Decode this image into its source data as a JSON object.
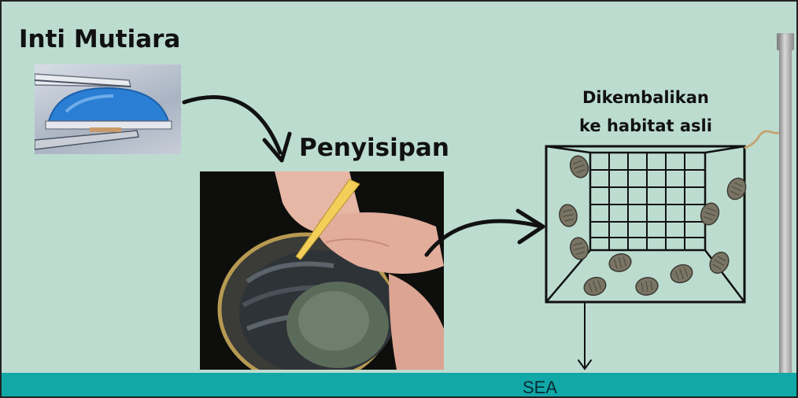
{
  "labels": {
    "title": "Inti Mutiara",
    "step_insertion": "Penyisipan",
    "step_return_line1": "Dikembalikan",
    "step_return_line2": "ke habitat asli",
    "sea": "SEA"
  },
  "colors": {
    "background": "#bcdcd0",
    "sea": "#12a8a8",
    "nucleus_blue": "#2a7fd4",
    "text": "#111111"
  },
  "icons": {
    "arrow_1": "curved-arrow-icon",
    "arrow_2": "curved-arrow-icon",
    "arrow_down": "down-arrow-icon"
  }
}
